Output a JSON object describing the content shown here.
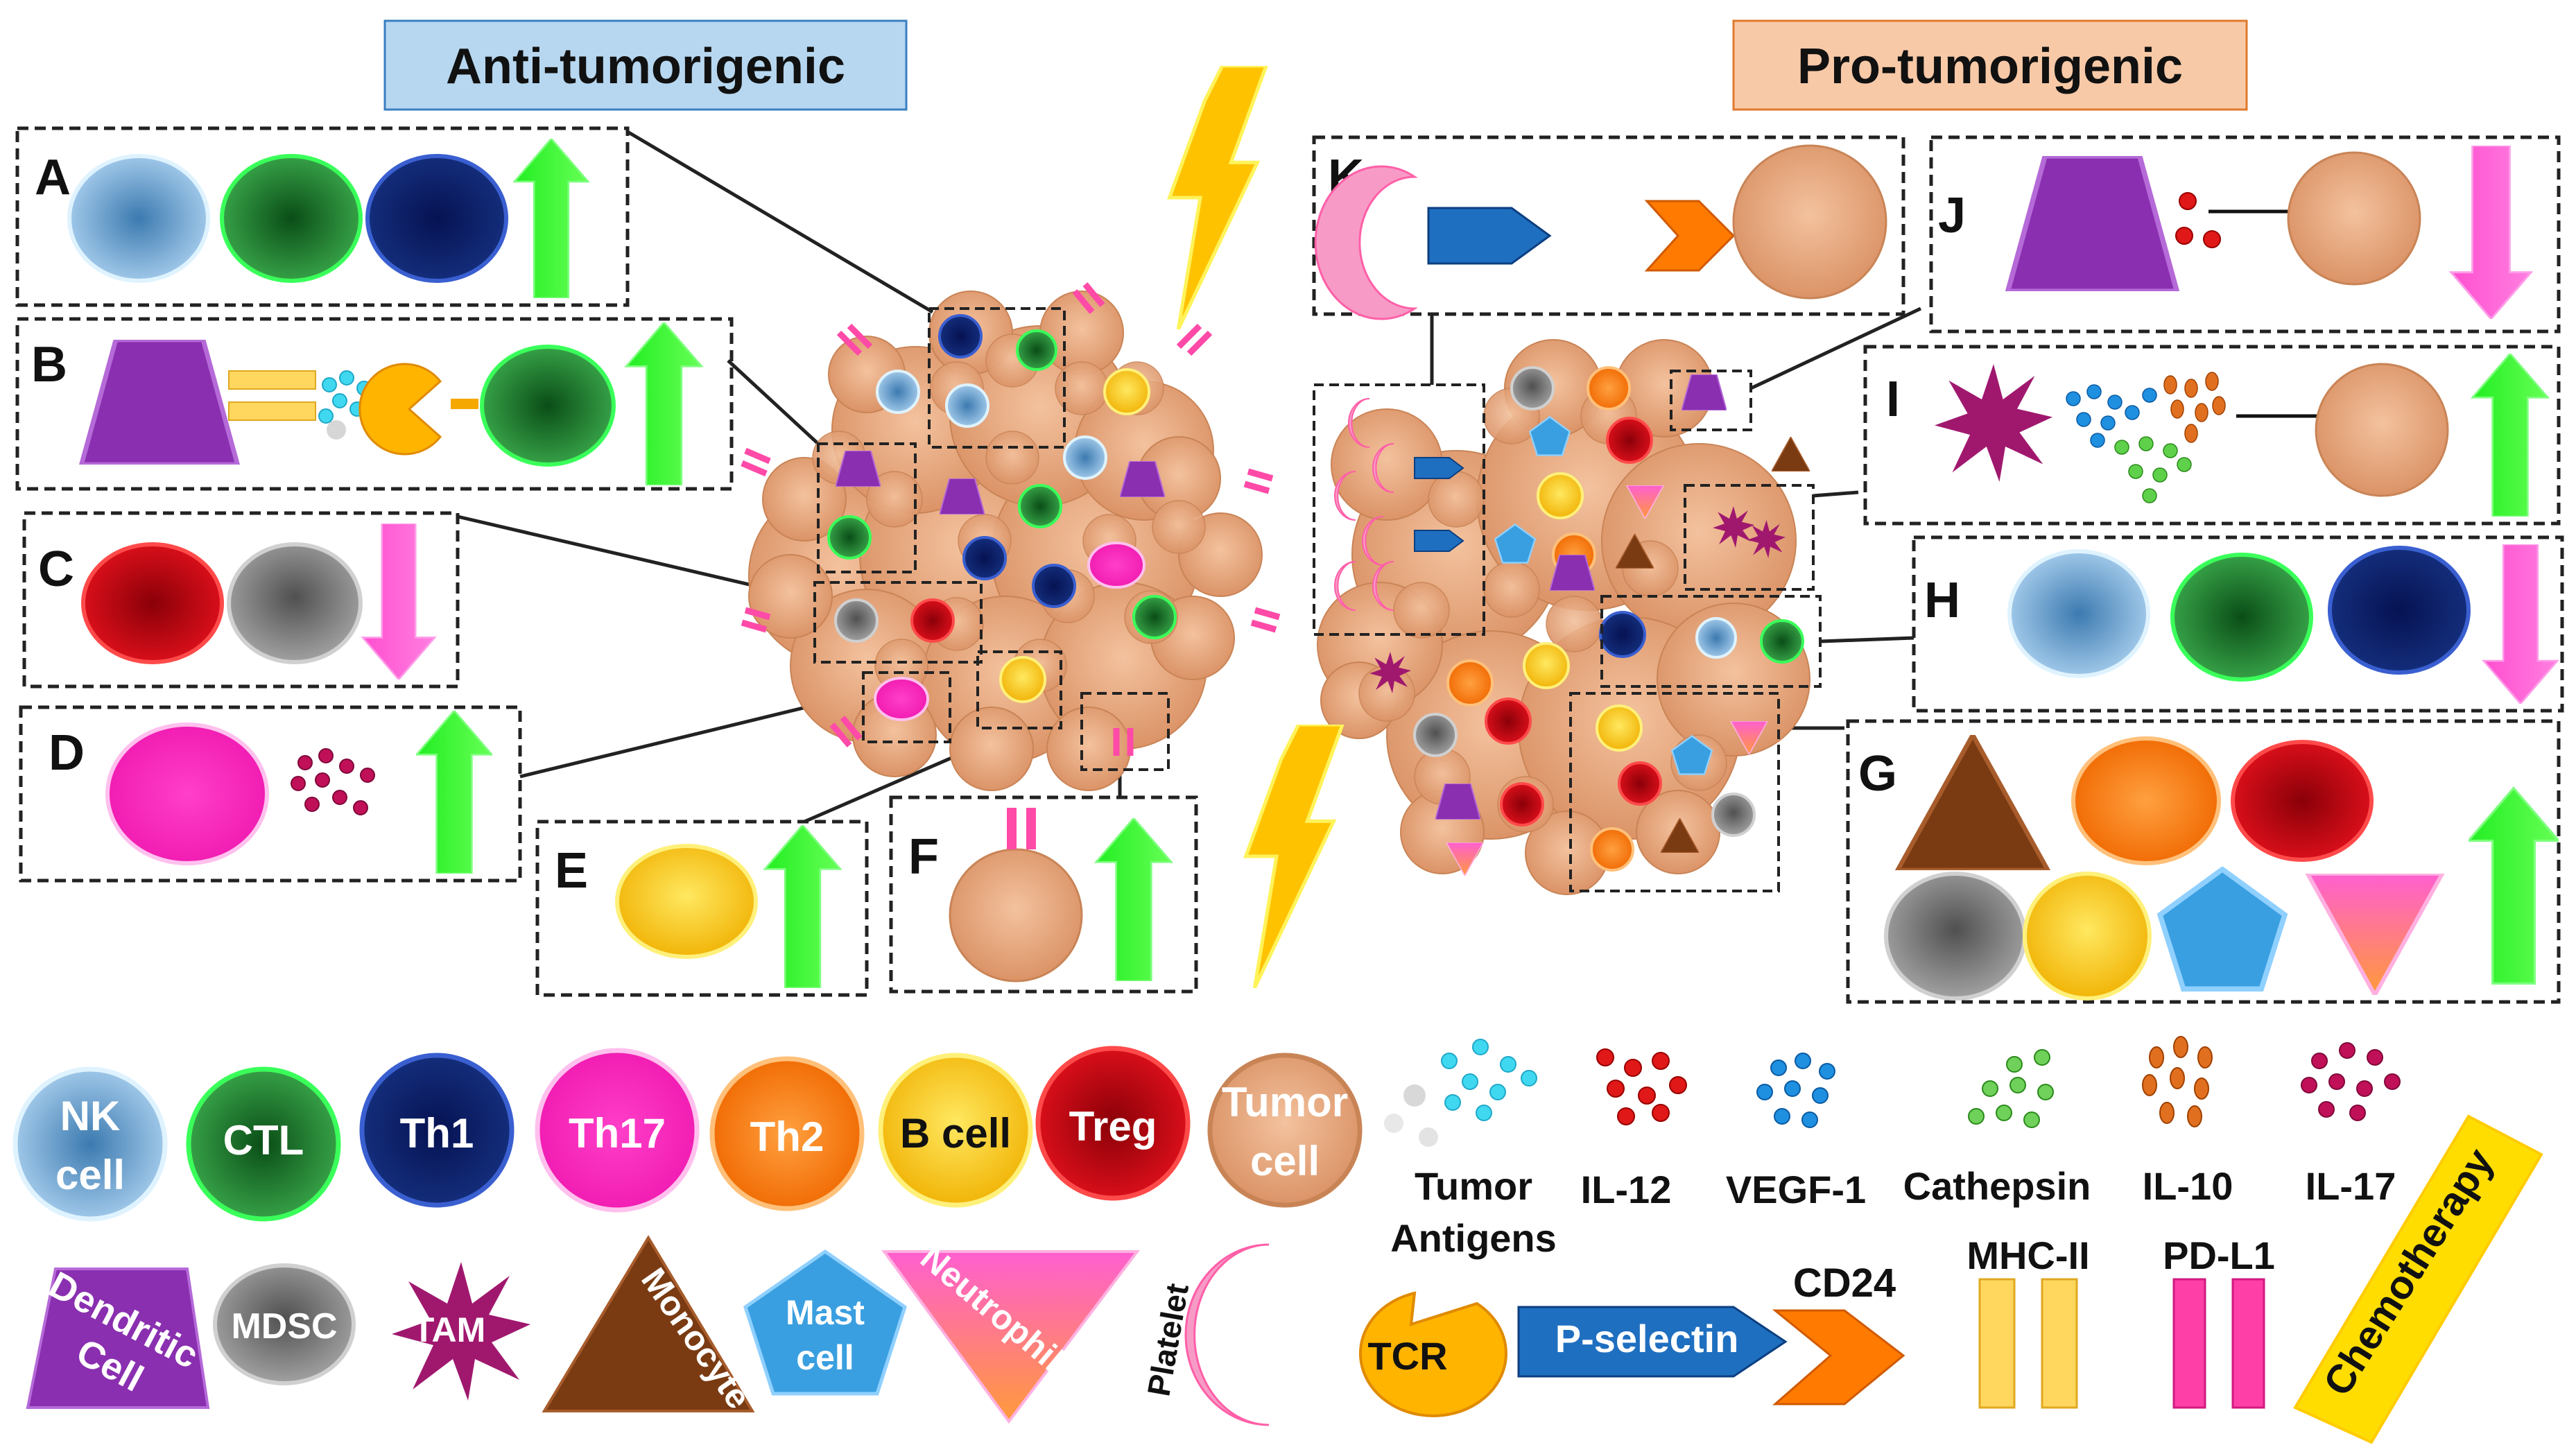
{
  "headers": {
    "anti": "Anti-tumorigenic",
    "pro": "Pro-tumorigenic"
  },
  "panels": {
    "A": "A",
    "B": "B",
    "C": "C",
    "D": "D",
    "E": "E",
    "F": "F",
    "G": "G",
    "H": "H",
    "I": "I",
    "J": "J",
    "K": "K"
  },
  "legend": {
    "nk_line1": "NK",
    "nk_line2": "cell",
    "ctl": "CTL",
    "th1": "Th1",
    "th17": "Th17",
    "th2": "Th2",
    "bcell": "B cell",
    "treg": "Treg",
    "tumor_line1": "Tumor",
    "tumor_line2": "cell",
    "tumor_antigens_line1": "Tumor",
    "tumor_antigens_line2": "Antigens",
    "il12": "IL-12",
    "vegf": "VEGF-1",
    "cathepsin": "Cathepsin",
    "il10": "IL-10",
    "il17": "IL-17",
    "dendritic_line1": "Dendritic",
    "dendritic_line2": "Cell",
    "mdsc": "MDSC",
    "tam": "TAM",
    "monocyte": "Monocyte",
    "mast_line1": "Mast",
    "mast_line2": "cell",
    "neutrophil": "Neutrophil",
    "platelet": "Platelet",
    "tcr": "TCR",
    "pselectin": "P-selectin",
    "cd24": "CD24",
    "mhc2": "MHC-II",
    "pdl1": "PD-L1",
    "chemotherapy": "Chemotherapy"
  },
  "colors": {
    "nk": "#7fb2d8",
    "ctl": "#1f7a2c",
    "th1": "#0d1f66",
    "th17": "#ff1fc0",
    "th2": "#ff7a12",
    "bcell": "#ffcc11",
    "treg": "#c8000f",
    "tumor": "#e6a57d",
    "mdsc": "#808080",
    "dendritic": "#8a2fb0",
    "monocyte": "#7a3b12",
    "mast": "#3a9fe0",
    "tam": "#a0186e",
    "up_arrow": "#22ee22",
    "down_arrow": "#ff55d6",
    "anti_header_bg": "#b7d7f0",
    "pro_header_bg": "#f8c9a7",
    "lightning": "#ffcc00"
  }
}
